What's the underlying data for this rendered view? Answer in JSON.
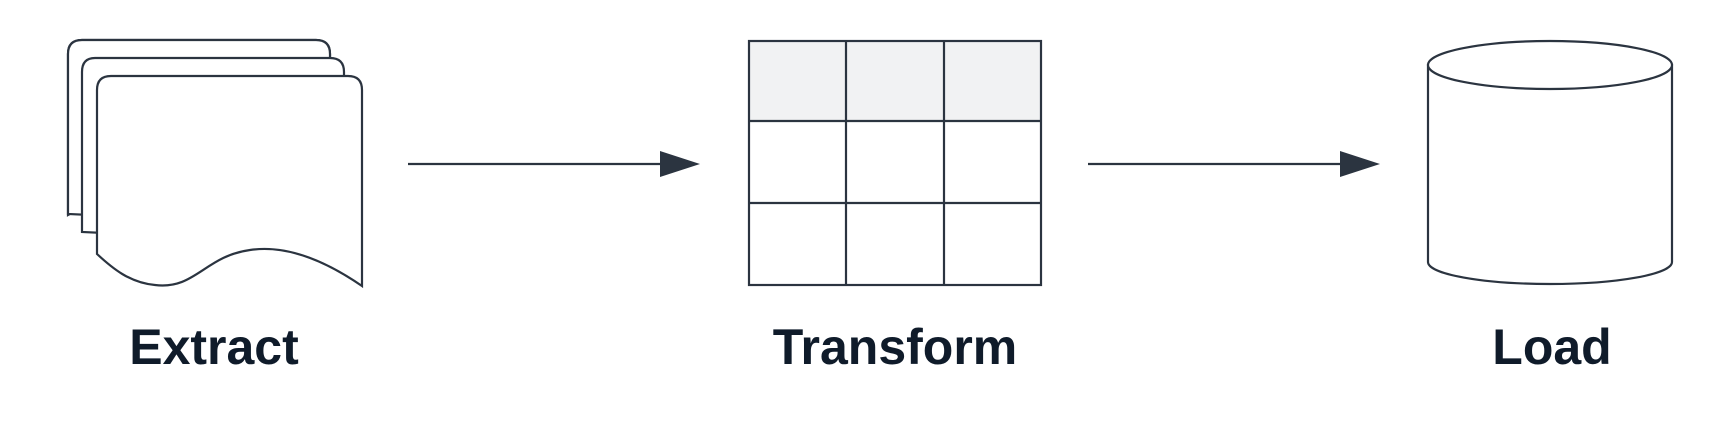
{
  "diagram": {
    "nodes": [
      {
        "id": "extract",
        "label": "Extract",
        "icon": "stacked-documents-icon"
      },
      {
        "id": "transform",
        "label": "Transform",
        "icon": "table-grid-icon"
      },
      {
        "id": "load",
        "label": "Load",
        "icon": "database-cylinder-icon"
      }
    ],
    "edges": [
      {
        "from": "extract",
        "to": "transform"
      },
      {
        "from": "transform",
        "to": "load"
      }
    ],
    "colors": {
      "stroke": "#2b3440",
      "label": "#0f1b2a",
      "header_fill": "#f1f2f3",
      "background": "#ffffff"
    }
  }
}
